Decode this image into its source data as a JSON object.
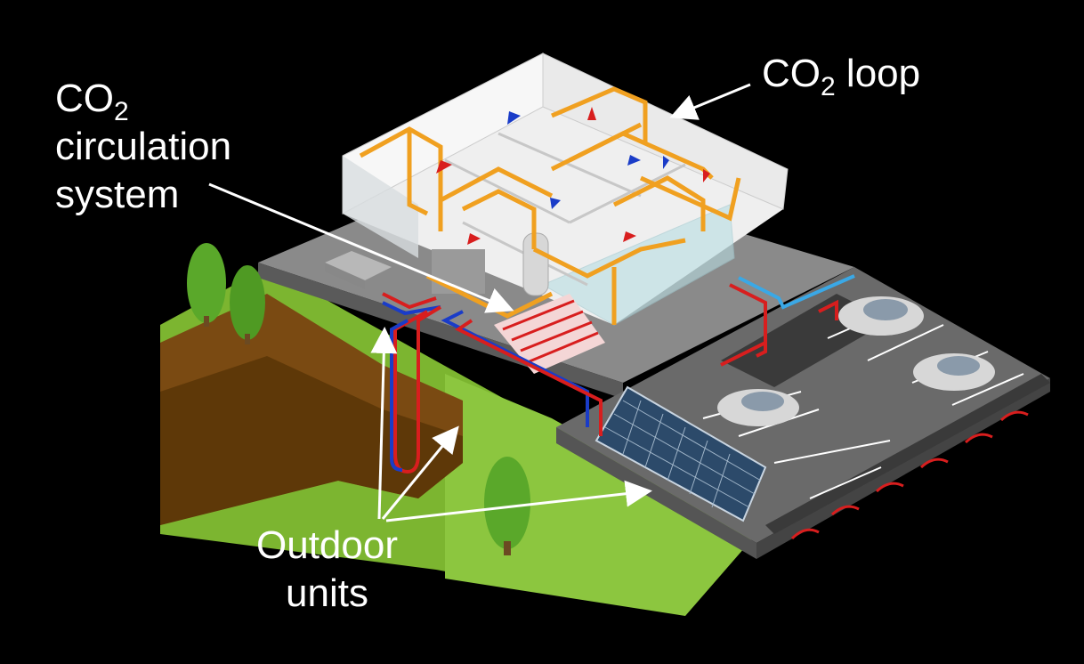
{
  "labels": {
    "circulation_system": {
      "chem_base": "CO",
      "chem_sub": "2",
      "line1": "circulation",
      "line2": "system"
    },
    "loop": {
      "chem_base": "CO",
      "chem_sub": "2",
      "suffix": " loop"
    },
    "outdoor_units": {
      "line1": "Outdoor",
      "line2": "units"
    }
  },
  "colors": {
    "background": "#000000",
    "label_text": "#ffffff",
    "co2_pipe": "#f0a020",
    "hot_pipe": "#d81e1e",
    "cold_pipe": "#1a3cc8",
    "light_pipe": "#3aa8e6",
    "grass": "#7cb530",
    "soil": "#7a4a12",
    "slab": "#7d7d7d",
    "parking": "#6a6a6a",
    "solar_panel": "#2c4a6a"
  }
}
